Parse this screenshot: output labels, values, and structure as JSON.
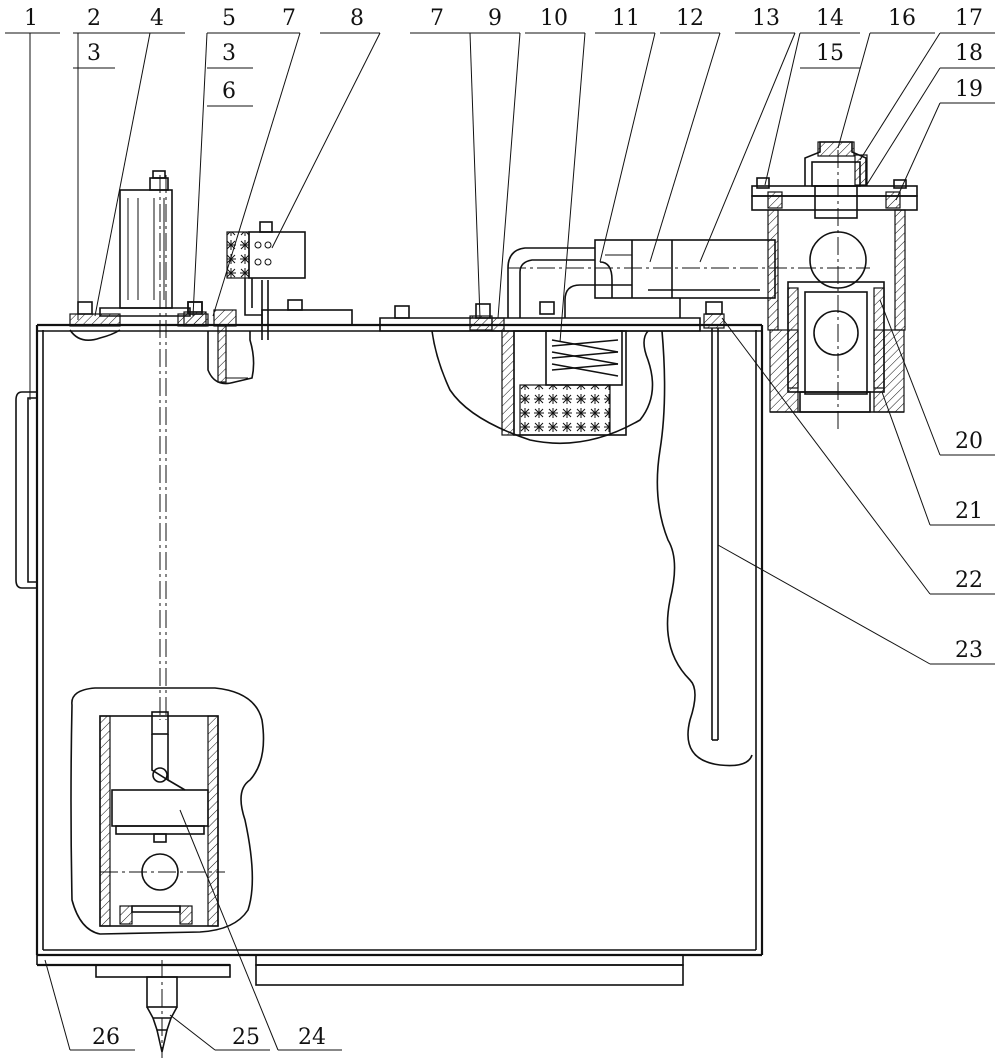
{
  "diagram": {
    "top_callouts": [
      "1",
      "2",
      "4",
      "5",
      "7",
      "8",
      "7",
      "9",
      "10",
      "11",
      "12",
      "13",
      "14",
      "16",
      "17"
    ],
    "sub_callouts": [
      "3",
      "3",
      "15",
      "6"
    ],
    "right_callouts": [
      "18",
      "19",
      "20",
      "21",
      "22",
      "23"
    ],
    "bottom_callouts": [
      "26",
      "25",
      "24"
    ]
  }
}
